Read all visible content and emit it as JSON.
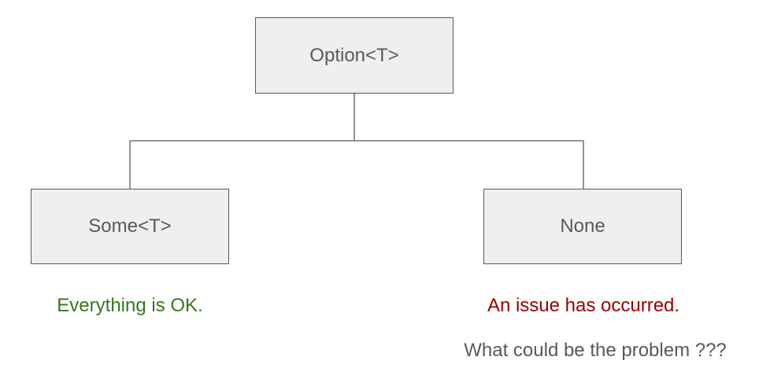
{
  "diagram": {
    "root": {
      "label": "Option<T>"
    },
    "children": [
      {
        "label": "Some<T>",
        "note": "Everything is OK.",
        "note_color": "#38761d"
      },
      {
        "label": "None",
        "note": "An issue has occurred.",
        "note_color": "#990000"
      }
    ],
    "question": {
      "text": "What could be the problem ???",
      "color": "#595959"
    },
    "colors": {
      "box_fill": "#efefef",
      "box_border": "#595959",
      "box_text": "#595959",
      "connector": "#595959"
    }
  }
}
